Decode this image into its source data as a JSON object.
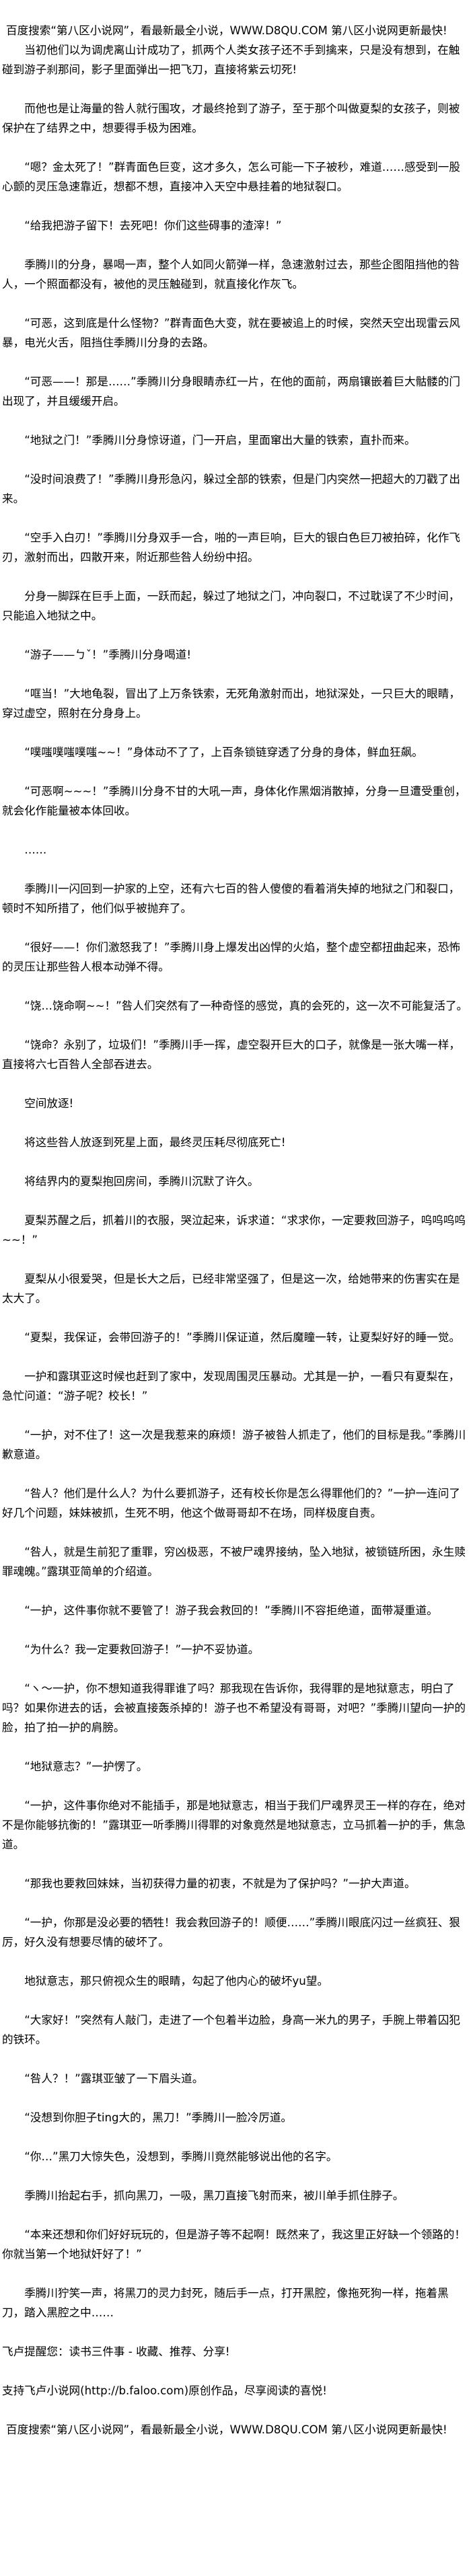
{
  "banner": "百度搜索“第八区小说网”，看最新最全小说，WWW.D8QU.COM  第八区小说网更新最快!",
  "paragraphs": [
    "当初他们以为调虎离山计成功了，抓两个人类女孩子还不手到擒来，只是没有想到，在触碰到游子刹那间，影子里面弹出一把飞刀，直接将紫云切死!",
    "而他也是让海量的咎人就行围攻，才最终抢到了游子，至于那个叫做夏梨的女孩子，则被保护在了结界之中，想要得手极为困难。",
    "“嗯？金太死了！”群青面色巨变，这才多久，怎么可能一下子被秒，难道……感受到一股心颤的灵压急速靠近，想都不想，直接冲入天空中悬挂着的地狱裂口。",
    "“给我把游子留下！去死吧！你们这些碍事的渣滓！”",
    "季腾川的分身，暴喝一声，整个人如同火箭弹一样，急速激射过去，那些企图阻挡他的咎人，一个照面都没有，被他的灵压触碰到，就直接化作灰飞。",
    "“可恶，这到底是什么怪物？”群青面色大变，就在要被追上的时候，突然天空出现雷云风暴，电光火舌，阻挡住季腾川分身的去路。",
    "“可恶——！那是……”季腾川分身眼睛赤红一片，在他的面前，两扇镶嵌着巨大骷髅的门出现了，并且缓缓开启。",
    "“地狱之门！”季腾川分身惊讶道，门一开启，里面窜出大量的铁索，直扑而来。",
    "“没时间浪费了！”季腾川身形急闪，躲过全部的铁索，但是门内突然一把超大的刀戳了出来。",
    "“空手入白刃！”季腾川分身双手一合，啪的一声巨响，巨大的银白色巨刀被拍碎，化作飞刃，激射而出，四散开来，附近那些咎人纷纷中招。",
    "分身一脚踩在巨手上面，一跃而起，躲过了地狱之门，冲向裂口，不过耽误了不少时间，只能追入地狱之中。",
    "“游子——ㄅˇ！”季腾川分身喝道!",
    "“哐当！”大地龟裂，冒出了上万条铁索，无死角激射而出，地狱深处，一只巨大的眼睛，穿过虚空，照射在分身身上。",
    "“噗嗤噗嗤噗嗤~~！”身体动不了了，上百条锁链穿透了分身的身体，鲜血狂飙。",
    "“可恶啊~~~！”季腾川分身不甘的大吼一声，身体化作黑烟消散掉，分身一旦遭受重创，就会化作能量被本体回收。",
    "……",
    "季腾川一闪回到一护家的上空，还有六七百的咎人傻傻的看着消失掉的地狱之门和裂口，顿时不知所措了，他们似乎被抛弃了。",
    "“很好——！你们激怒我了！”季腾川身上爆发出凶悍的火焰，整个虚空都扭曲起来，恐怖的灵压让那些咎人根本动弹不得。",
    "“饶…饶命啊~~！”咎人们突然有了一种奇怪的感觉，真的会死的，这一次不可能复活了。",
    "“饶命？永别了，垃圾们！”季腾川手一挥，虚空裂开巨大的口子，就像是一张大嘴一样，直接将六七百咎人全部吞进去。",
    "空间放逐!",
    "将这些咎人放逐到死星上面，最终灵压耗尽彻底死亡!",
    "将结界内的夏梨抱回房间，季腾川沉默了许久。",
    "夏梨苏醒之后，抓着川的衣服，哭泣起来，诉求道：“求求你，一定要救回游子，呜呜呜呜~~！”",
    "夏梨从小很爱哭，但是长大之后，已经非常坚强了，但是这一次，给她带来的伤害实在是太大了。",
    "“夏梨，我保证，会带回游子的！”季腾川保证道，然后魔瞳一转，让夏梨好好的睡一觉。",
    "一护和露琪亚这时候也赶到了家中，发现周围灵压暴动。尤其是一护，一看只有夏梨在，急忙问道：“游子呢？校长！”",
    "“一护，对不住了！这一次是我惹来的麻烦！游子被咎人抓走了，他们的目标是我。”季腾川歉意道。",
    "“咎人？他们是什么人？为什么要抓游子，还有校长你是怎么得罪他们的？”一护一连问了好几个问题，妹妹被抓，生死不明，他这个做哥哥却不在场，同样极度自责。",
    "“咎人，就是生前犯了重罪，穷凶极恶，不被尸魂界接纳，坠入地狱，被锁链所困，永生赎罪魂魄。”露琪亚简单的介绍道。",
    "“一护，这件事你就不要管了！游子我会救回的！”季腾川不容拒绝道，面带凝重道。",
    "“为什么？我一定要救回游子！”一护不妥协道。",
    "“ヽ～一护，你不想知道我得罪谁了吗？那我现在告诉你，我得罪的是地狱意志，明白了吗？如果你进去的话，会被直接轰杀掉的！游子也不希望没有哥哥，对吧？”季腾川望向一护的脸，拍了拍一护的肩膀。",
    "“地狱意志？”一护愣了。",
    "“一护，这件事你绝对不能插手，那是地狱意志，相当于我们尸魂界灵王一样的存在，绝对不是你能够抗衡的！”露琪亚一听季腾川得罪的对象竟然是地狱意志，立马抓着一护的手，焦急道。",
    "“那我也要救回妹妹，当初获得力量的初衷，不就是为了保护吗？”一护大声道。",
    "“一护，你那是没必要的牺牲！我会救回游子的！顺便……”季腾川眼底闪过一丝疯狂、狠厉，好久没有想要尽情的破坏了。",
    "地狱意志，那只俯视众生的眼睛，勾起了他内心的破坏yu望。",
    "“大家好！”突然有人敲门，走进了一个包着半边脸，身高一米九的男子，手腕上带着囚犯的铁环。",
    "“咎人？！”露琪亚皱了一下眉头道。",
    "“没想到你胆子ting大的，黑刀！”季腾川一脸冷厉道。",
    "“你…”黑刀大惊失色，没想到，季腾川竟然能够说出他的名字。",
    "季腾川抬起右手，抓向黑刀，一吸，黑刀直接飞射而来，被川单手抓住脖子。",
    "“本来还想和你们好好玩玩的，但是游子等不起啊！既然来了，我这里正好缺一个领路的！你就当第一个地狱奸好了！”",
    "季腾川狞笑一声，将黑刀的灵力封死，随后手一点，打开黑腔，像拖死狗一样，拖着黑刀，踏入黑腔之中……"
  ],
  "footer_notes": [
    "飞卢提醒您：读书三件事 - 收藏、推荐、分享!",
    "支持飞卢小说网(http://b.faloo.com)原创作品，尽享阅读的喜悦!"
  ],
  "footer_banner": "百度搜索“第八区小说网”，看最新最全小说，WWW.D8QU.COM  第八区小说网更新最快!"
}
